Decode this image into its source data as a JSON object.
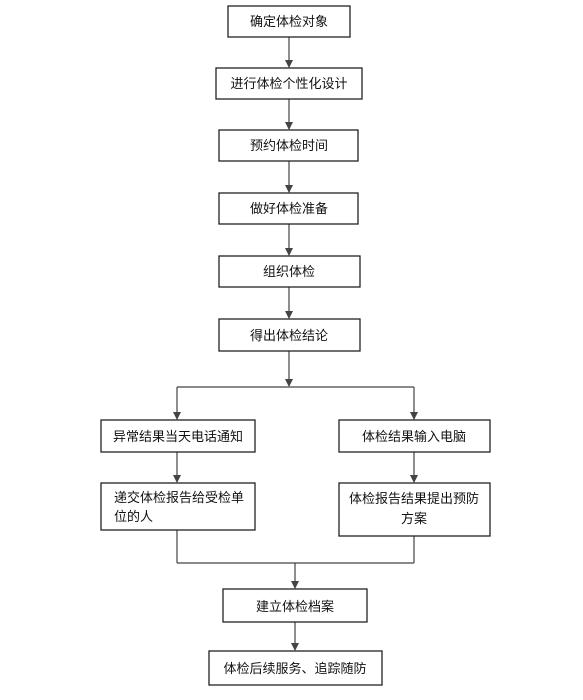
{
  "flowchart": {
    "nodes": {
      "confirm_target": "确定体检对象",
      "personalized_design": "进行体检个性化设计",
      "schedule_time": "预约体检时间",
      "prepare": "做好体检准备",
      "organize": "组织体检",
      "conclusion": "得出体检结论",
      "abnormal_notify": "异常结果当天电话通知",
      "deliver_report": [
        "递交体检报告给受检单",
        "位的人"
      ],
      "input_computer": "体检结果输入电脑",
      "prevention_plan": [
        "体检报告结果提出预防",
        "方案"
      ],
      "build_archive": "建立体检档案",
      "followup": "体检后续服务、追踪随防"
    }
  }
}
